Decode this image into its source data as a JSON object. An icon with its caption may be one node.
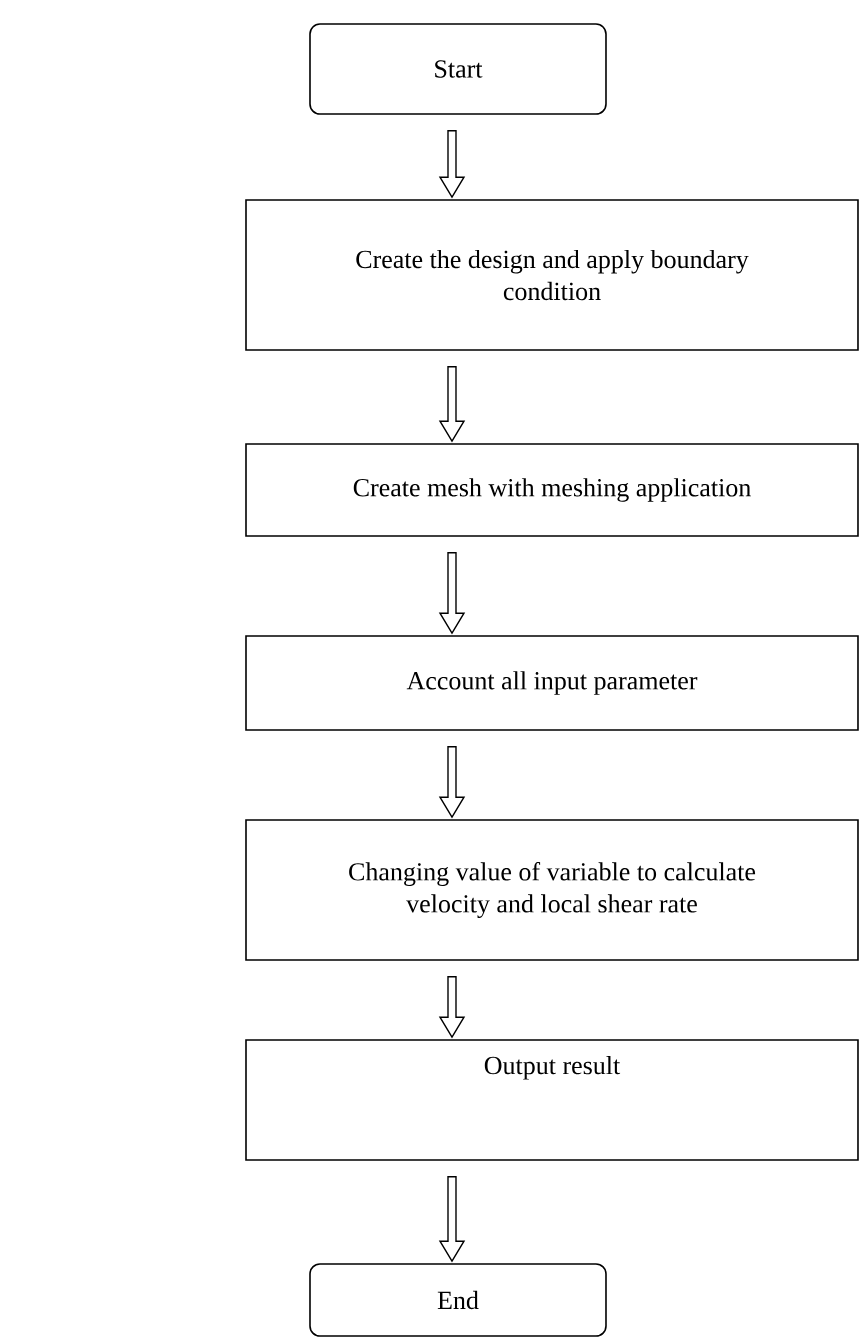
{
  "diagram": {
    "nodes": [
      {
        "text": [
          "Start"
        ]
      },
      {
        "text": [
          "Create the design and apply boundary condition"
        ]
      },
      {
        "text": [
          "Create mesh with meshing application"
        ]
      },
      {
        "text": [
          "Account all input parameter"
        ]
      },
      {
        "text": [
          "Changing value of variable to calculate velocity and local shear rate"
        ]
      },
      {
        "text": [
          "Output result"
        ]
      },
      {
        "text": [
          "End"
        ]
      }
    ],
    "edges": [
      {
        "from": 0,
        "to": 1,
        "arrow": "to"
      },
      {
        "from": 1,
        "to": 2,
        "arrow": "to"
      },
      {
        "from": 2,
        "to": 3,
        "arrow": "to"
      },
      {
        "from": 3,
        "to": 4,
        "arrow": "to"
      },
      {
        "from": 4,
        "to": 5,
        "arrow": "to"
      },
      {
        "from": 5,
        "to": 6,
        "arrow": "to"
      }
    ]
  }
}
